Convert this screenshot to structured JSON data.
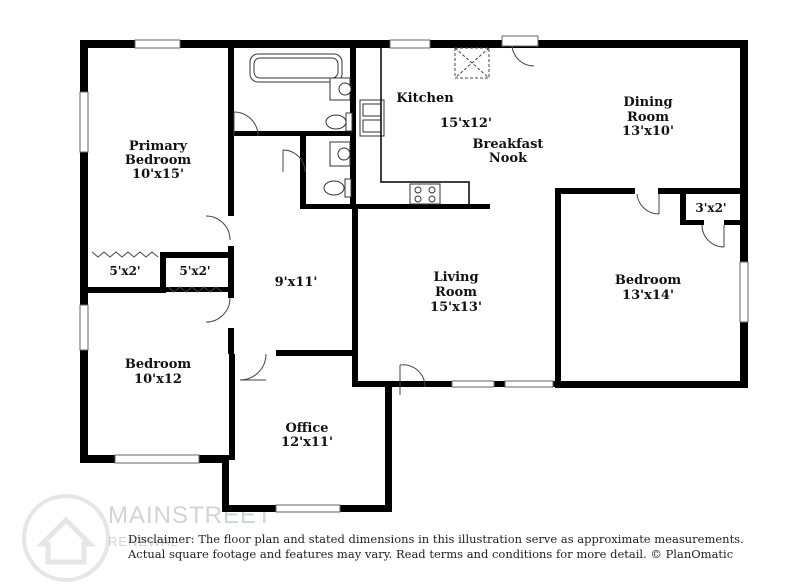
{
  "rooms": [
    {
      "name": "Primary",
      "name2": "Bedroom",
      "dims": "10'x15'"
    },
    {
      "name": "Kitchen",
      "dims": "15'x12'"
    },
    {
      "name": "Breakfast",
      "name2": "Nook"
    },
    {
      "name": "Dining",
      "name2": "Room",
      "dims": "13'x10'"
    },
    {
      "closet1": "5'x2'",
      "closet2": "5'x2'",
      "closet3": "3'x2'"
    },
    {
      "hall_dims": "9'x11'"
    },
    {
      "name": "Living",
      "name2": "Room",
      "dims": "15'x13'"
    },
    {
      "name": "Bedroom",
      "dims": "13'x14'"
    },
    {
      "name": "Bedroom",
      "dims": "10'x12"
    },
    {
      "name": "Office",
      "dims": "12'x11'"
    }
  ],
  "disclaimer": {
    "line1": "Disclaimer: The floor plan and stated dimensions in this illustration serve as approximate measurements.",
    "line2": "Actual square footage and features may vary. Read terms and conditions for more detail. © PlanOmatic"
  },
  "watermark": {
    "brand": "MAINSTREET",
    "sub": "RENEWAL"
  }
}
